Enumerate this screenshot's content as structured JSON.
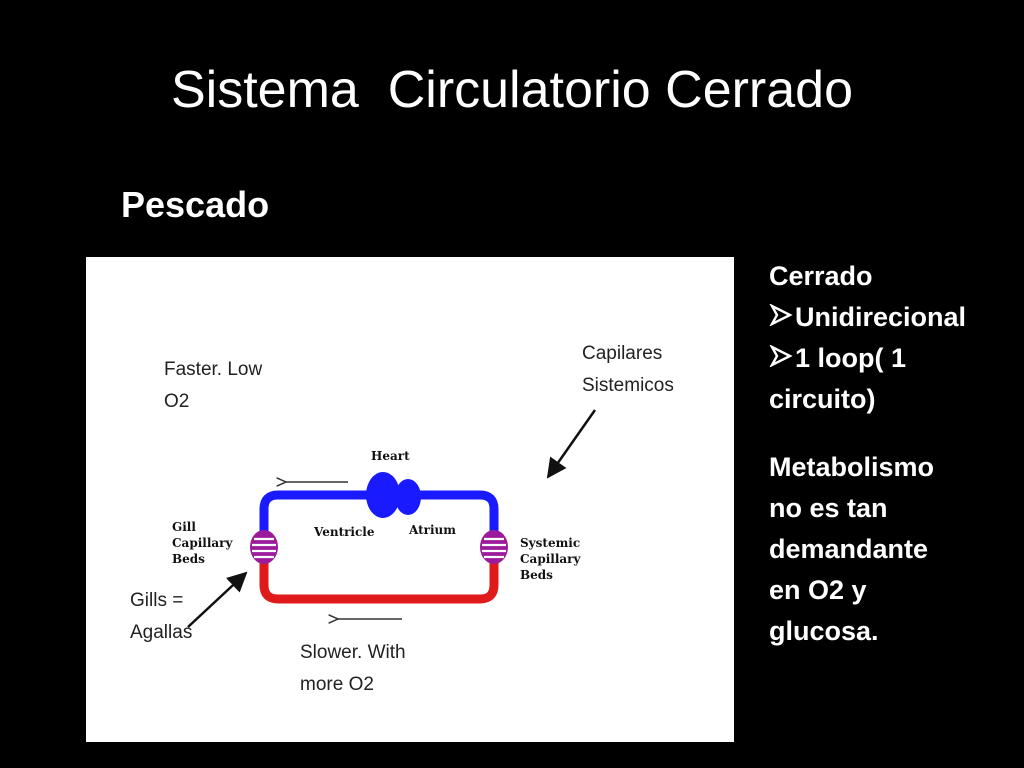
{
  "slide": {
    "title": "Sistema  Circulatorio Cerrado",
    "subtitle": "Pescado"
  },
  "diagram": {
    "heart_label": "Heart",
    "ventricle_label": "Ventricle",
    "atrium_label": "Atrium",
    "gill_label": [
      "Gill",
      "Capillary",
      "Beds"
    ],
    "systemic_label": [
      "Systemic",
      "Capillary",
      "Beds"
    ],
    "colors": {
      "deoxygenated": "#1a1aff",
      "oxygenated": "#e01a1a",
      "heart": "#1a1aff",
      "capillary_bed": "#9c1a9c"
    },
    "annotations": {
      "faster": [
        "Faster. Low",
        "O2"
      ],
      "capilares": [
        "Capilares",
        "Sistemicos"
      ],
      "gills": [
        "Gills =",
        "Agallas"
      ],
      "slower": [
        "Slower. With",
        "more O2"
      ]
    }
  },
  "side_notes": {
    "heading": "Cerrado",
    "bullet_icon": "arrowhead-bullet-icon",
    "bullets": [
      "Unidirecional",
      "1 loop( 1"
    ],
    "bullet_continuation": "circuito)",
    "paragraph": [
      "Metabolismo",
      "no es tan",
      "demandante",
      "en O2 y",
      "glucosa."
    ]
  }
}
